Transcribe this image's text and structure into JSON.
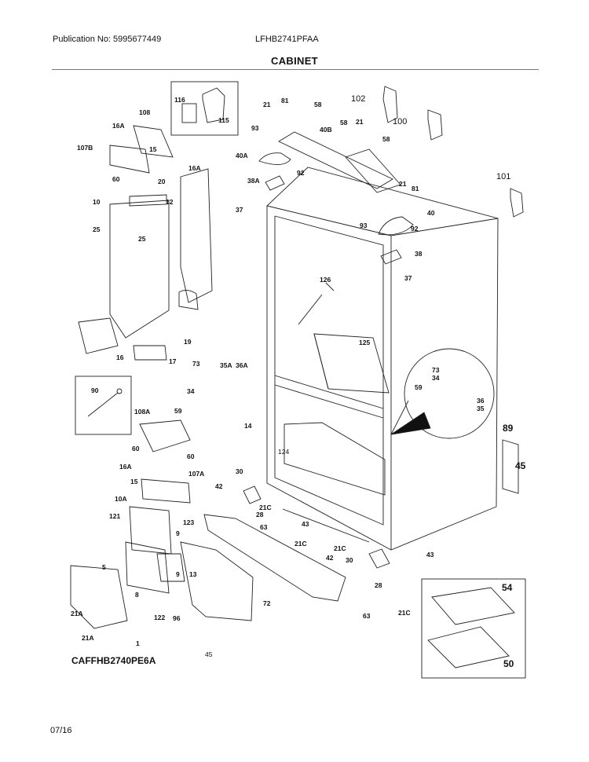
{
  "header": {
    "publication": "Publication No: 5995677449",
    "model": "LFHB2741PFAA"
  },
  "section_title": "CABINET",
  "footer": {
    "code": "CAFFHB2740PE6A",
    "date": "07/16"
  },
  "parts": {
    "p116": "116",
    "p115": "115",
    "p108": "108",
    "p16A_a": "16A",
    "p107B": "107B",
    "p15_a": "15",
    "p16A_b": "16A",
    "p60_a": "60",
    "p20": "20",
    "p10": "10",
    "p12": "12",
    "p25_a": "25",
    "p25_b": "25",
    "p19": "19",
    "p16": "16",
    "p17": "17",
    "p21_a": "21",
    "p81_a": "81",
    "p58_a": "58",
    "p93_a": "93",
    "p40B": "40B",
    "p58_b": "58",
    "p21_b": "21",
    "p40A": "40A",
    "p92_a": "92",
    "p38A": "38A",
    "p37_a": "37",
    "p102": "102",
    "p100": "100",
    "p58_c": "58",
    "p101": "101",
    "p21_c": "21",
    "p81_b": "81",
    "p40": "40",
    "p93_b": "93",
    "p92_b": "92",
    "p38": "38",
    "p37_b": "37",
    "p126": "126",
    "p125": "125",
    "p124": "124",
    "p73_a": "73",
    "p35A": "35A",
    "p36A": "36A",
    "p34_a": "34",
    "p59_a": "59",
    "p90": "90",
    "p108A": "108A",
    "p60_b": "60",
    "p60_c": "60",
    "p16A_c": "16A",
    "p15_b": "15",
    "p107A": "107A",
    "p14": "14",
    "p30_a": "30",
    "p42_a": "42",
    "p21C_a": "21C",
    "p28_a": "28",
    "p63_a": "63",
    "p43_a": "43",
    "p21C_b": "21C",
    "p10A": "10A",
    "p121": "121",
    "p123": "123",
    "p9_a": "9",
    "p9_b": "9",
    "p13": "13",
    "p5": "5",
    "p8": "8",
    "p21A_a": "21A",
    "p122": "122",
    "p96": "96",
    "p72": "72",
    "p21A_b": "21A",
    "p1": "1",
    "p45_a": "45",
    "p21C_c": "21C",
    "p42_b": "42",
    "p30_b": "30",
    "p43_b": "43",
    "p28_b": "28",
    "p63_b": "63",
    "p21C_d": "21C",
    "p73_b": "73",
    "p34_b": "34",
    "p59_b": "59",
    "p36": "36",
    "p35": "35",
    "p89": "89",
    "p45_b": "45",
    "p54": "54",
    "p50": "50"
  }
}
